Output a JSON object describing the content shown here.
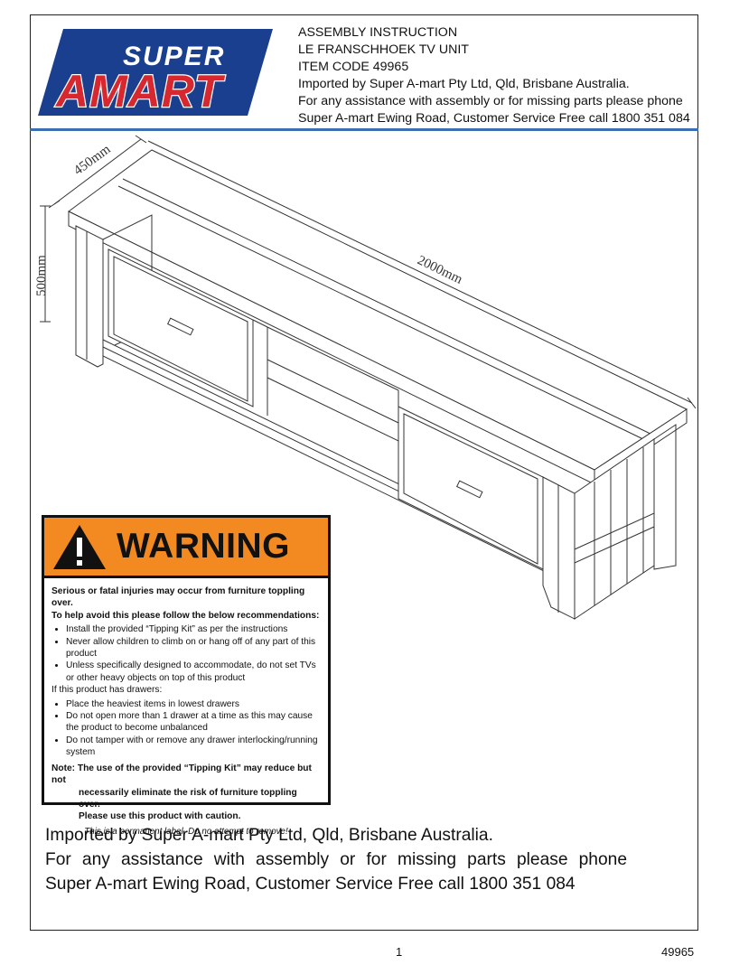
{
  "logo": {
    "word_top": "SUPER",
    "word_bottom": "AMART",
    "colors": {
      "navy": "#1b3f8f",
      "red": "#d6282e",
      "white": "#ffffff"
    }
  },
  "header": {
    "lines": [
      "ASSEMBLY INSTRUCTION",
      "LE FRANSCHHOEK TV UNIT",
      "ITEM CODE 49965",
      "Imported by Super A-mart Pty Ltd, Qld, Brisbane Australia.",
      "For any assistance with assembly or for missing parts please phone",
      "Super A-mart Ewing Road, Customer Service Free call 1800 351 084"
    ],
    "rule_color": "#3a6fb3"
  },
  "drawing": {
    "dim_depth": "450mm",
    "dim_height": "500mm",
    "dim_width": "2000mm"
  },
  "warning": {
    "icon": "warning-triangle-icon",
    "title": "WARNING",
    "header_color": "#f28a21",
    "intro_1": "Serious or fatal injuries may occur from furniture toppling over.",
    "intro_2": "To help avoid this please follow the below recommendations:",
    "bullets_a": [
      "Install the provided “Tipping Kit” as per the instructions",
      "Never allow children to climb on or hang off of any part of this product",
      "Unless specifically designed to accommodate, do not set TVs or other heavy objects on top of this product"
    ],
    "drawer_heading": "If this product has drawers:",
    "bullets_b": [
      "Place the heaviest items in lowest drawers",
      "Do not open more than 1 drawer at a time as this may cause the product to become unbalanced",
      "Do not tamper with or remove any drawer interlocking/running system"
    ],
    "note_1": "Note: The use of the provided “Tipping Kit” may reduce but not",
    "note_2": "necessarily eliminate the risk of furniture toppling over.",
    "note_3": "Please use this product with caution.",
    "footer": "This is a permanent label. Do no attempt to remove!"
  },
  "footer": {
    "line_1": "Imported by Super A-mart Pty Ltd, Qld, Brisbane Australia.",
    "line_2": "For any assistance with assembly or for missing parts please phone",
    "line_3": "Super A-mart Ewing Road, Customer Service Free call 1800 351 084"
  },
  "page_number": "1",
  "item_code_footer": "49965"
}
